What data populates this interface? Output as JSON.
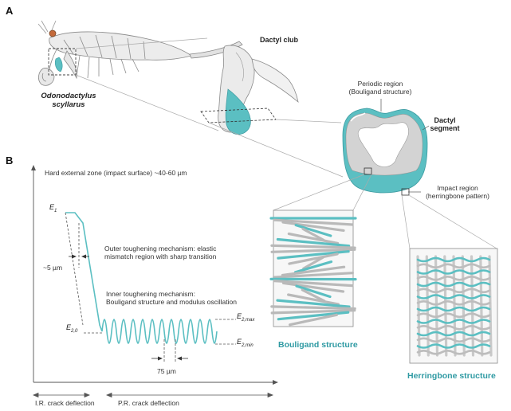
{
  "panel_a": {
    "letter": "A",
    "species_line1": "Odonodactylus",
    "species_line2": "scyllarus",
    "dactyl_club": "Dactyl club",
    "periodic_line1": "Periodic region",
    "periodic_line2": "(Bouligand structure)",
    "dactyl_seg_line1": "Dactyl",
    "dactyl_seg_line2": "segment",
    "impact_line1": "Impact region",
    "impact_line2": "(herringbone pattern)",
    "bouligand_title": "Bouligand structure",
    "herringbone_title": "Herringbone structure"
  },
  "panel_b": {
    "letter": "B",
    "hard_zone": "Hard external zone (impact surface) ~40-60 µm",
    "e1": "E",
    "e1_sub": "1",
    "outer_line1": "Outer toughening mechanism: elastic",
    "outer_line2": "mismatch region with sharp transition",
    "five_um": "~5 µm",
    "inner_line1": "Inner toughening mechanism:",
    "inner_line2": "Bouligand structure and modulus oscillation",
    "e20": "E",
    "e20_sub": "2,0",
    "e2max": "E",
    "e2max_sub": "2,max",
    "e2min": "E",
    "e2min_sub": "2,min",
    "seventy_five": "75 µm",
    "ir": "I.R. crack deflection",
    "pr": "P.R. crack deflection"
  },
  "colors": {
    "teal": "#5bbfc2",
    "teal_dark": "#2f9aa3",
    "gray": "#8c8c8c",
    "light_gray": "#d4d4d4",
    "line": "#555555"
  }
}
